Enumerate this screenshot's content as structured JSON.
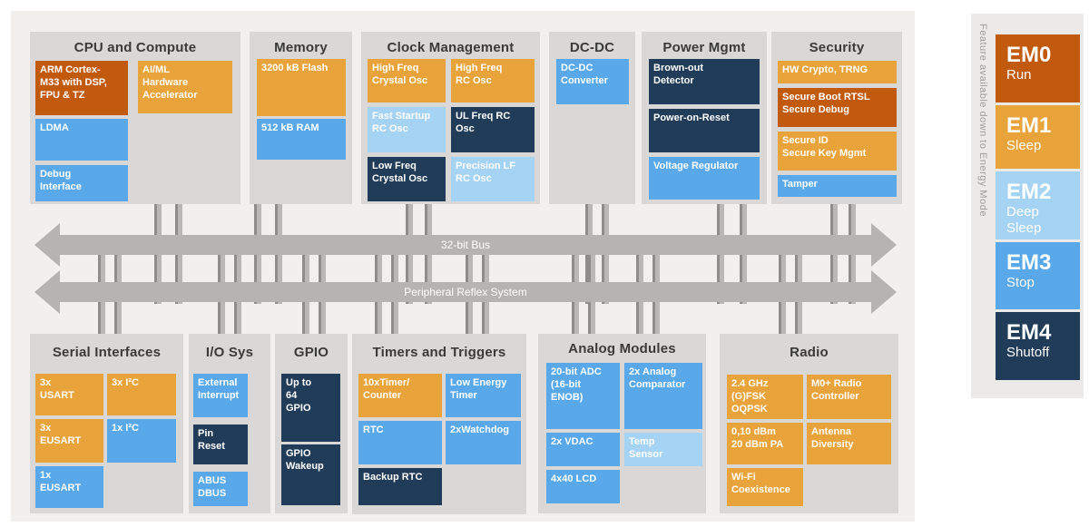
{
  "palette": {
    "dark_orange": "#c25a0e",
    "orange": "#e8a33a",
    "blue": "#58a8ea",
    "light_blue": "#a5d3f3",
    "navy": "#203c58",
    "container_gray": "#d9d8d6",
    "canvas_gray": "#f1f0ef",
    "bus_gray": "#b5b4b2",
    "title_text": "#3a3a3a"
  },
  "buses": {
    "bus1": {
      "label": "32-bit Bus"
    },
    "bus2": {
      "label": "Peripheral Reflex System"
    }
  },
  "sections": {
    "cpu": {
      "title": "CPU and Compute",
      "items": [
        {
          "label": "ARM Cortex-\nM33 with DSP,\nFPU & TZ",
          "color": "dark_orange"
        },
        {
          "label": "AI/ML\nHardware\nAccelerator",
          "color": "orange"
        },
        {
          "label": "LDMA",
          "color": "blue"
        },
        {
          "label": "Debug\nInterface",
          "color": "blue"
        }
      ]
    },
    "memory": {
      "title": "Memory",
      "items": [
        {
          "label": "3200 kB Flash",
          "color": "orange"
        },
        {
          "label": "512 kB RAM",
          "color": "blue"
        }
      ]
    },
    "clock": {
      "title": "Clock Management",
      "items": [
        {
          "label": "High Freq\nCrystal Osc",
          "color": "orange"
        },
        {
          "label": "High Freq\nRC Osc",
          "color": "orange"
        },
        {
          "label": "Fast Startup\nRC Osc",
          "color": "light_blue"
        },
        {
          "label": "UL Freq RC\nOsc",
          "color": "navy"
        },
        {
          "label": "Low Freq\nCrystal Osc",
          "color": "navy"
        },
        {
          "label": "Precision LF\nRC Osc",
          "color": "light_blue"
        }
      ]
    },
    "dcdc": {
      "title": "DC-DC",
      "items": [
        {
          "label": "DC-DC\nConverter",
          "color": "blue"
        }
      ]
    },
    "power": {
      "title": "Power Mgmt",
      "items": [
        {
          "label": "Brown-out\nDetector",
          "color": "navy"
        },
        {
          "label": "Power-on-Reset",
          "color": "navy"
        },
        {
          "label": "Voltage Regulator",
          "color": "blue"
        }
      ]
    },
    "security": {
      "title": "Security",
      "items": [
        {
          "label": "HW Crypto, TRNG",
          "color": "orange"
        },
        {
          "label": "Secure Boot RTSL\nSecure Debug",
          "color": "dark_orange"
        },
        {
          "label": "Secure ID\nSecure Key Mgmt",
          "color": "orange"
        },
        {
          "label": "Tamper",
          "color": "blue"
        }
      ]
    },
    "serial": {
      "title": "Serial Interfaces",
      "items": [
        {
          "label": "3x\nUSART",
          "color": "orange"
        },
        {
          "label": "3x I²C",
          "color": "orange"
        },
        {
          "label": "3x\nEUSART",
          "color": "orange"
        },
        {
          "label": "1x I²C",
          "color": "blue"
        },
        {
          "label": "1x\nEUSART",
          "color": "blue"
        }
      ]
    },
    "iosys": {
      "title": "I/O Sys",
      "items": [
        {
          "label": "External\nInterrupt",
          "color": "blue"
        },
        {
          "label": "Pin Reset",
          "color": "navy"
        },
        {
          "label": "ABUS\nDBUS",
          "color": "blue"
        }
      ]
    },
    "gpio": {
      "title": "GPIO",
      "items": [
        {
          "label": "Up to\n64\nGPIO",
          "color": "navy"
        },
        {
          "label": "GPIO\nWakeup",
          "color": "navy"
        }
      ]
    },
    "timers": {
      "title": "Timers and Triggers",
      "items": [
        {
          "label": "10xTimer/\nCounter",
          "color": "orange"
        },
        {
          "label": "Low Energy\nTimer",
          "color": "blue"
        },
        {
          "label": "RTC",
          "color": "blue"
        },
        {
          "label": "2xWatchdog",
          "color": "blue"
        },
        {
          "label": "Backup RTC",
          "color": "navy"
        }
      ]
    },
    "analog": {
      "title": "Analog Modules",
      "items": [
        {
          "label": "20-bit ADC\n(16-bit\nENOB)",
          "color": "blue"
        },
        {
          "label": "2x Analog\nComparator",
          "color": "blue"
        },
        {
          "label": "2x VDAC",
          "color": "blue"
        },
        {
          "label": "Temp\nSensor",
          "color": "light_blue"
        },
        {
          "label": "4x40 LCD",
          "color": "blue"
        }
      ]
    },
    "radio": {
      "title": "Radio",
      "items": [
        {
          "label": "2.4 GHz\n(G)FSK\nOQPSK",
          "color": "orange"
        },
        {
          "label": "M0+ Radio\nController",
          "color": "orange"
        },
        {
          "label": "0,10 dBm\n20 dBm PA",
          "color": "orange"
        },
        {
          "label": "Antenna\nDiversity",
          "color": "orange"
        },
        {
          "label": "Wi-Fi\nCoexistence",
          "color": "orange"
        }
      ]
    }
  },
  "energy_panel": {
    "caption": "Feature available down to Energy Mode",
    "modes": [
      {
        "name": "EM0",
        "sub": "Run",
        "color": "#c25a0e"
      },
      {
        "name": "EM1",
        "sub": "Sleep",
        "color": "#e8a33a"
      },
      {
        "name": "EM2",
        "sub": "Deep\nSleep",
        "color": "#a5d3f3"
      },
      {
        "name": "EM3",
        "sub": "Stop",
        "color": "#58a8ea"
      },
      {
        "name": "EM4",
        "sub": "Shutoff",
        "color": "#203c58"
      }
    ]
  }
}
